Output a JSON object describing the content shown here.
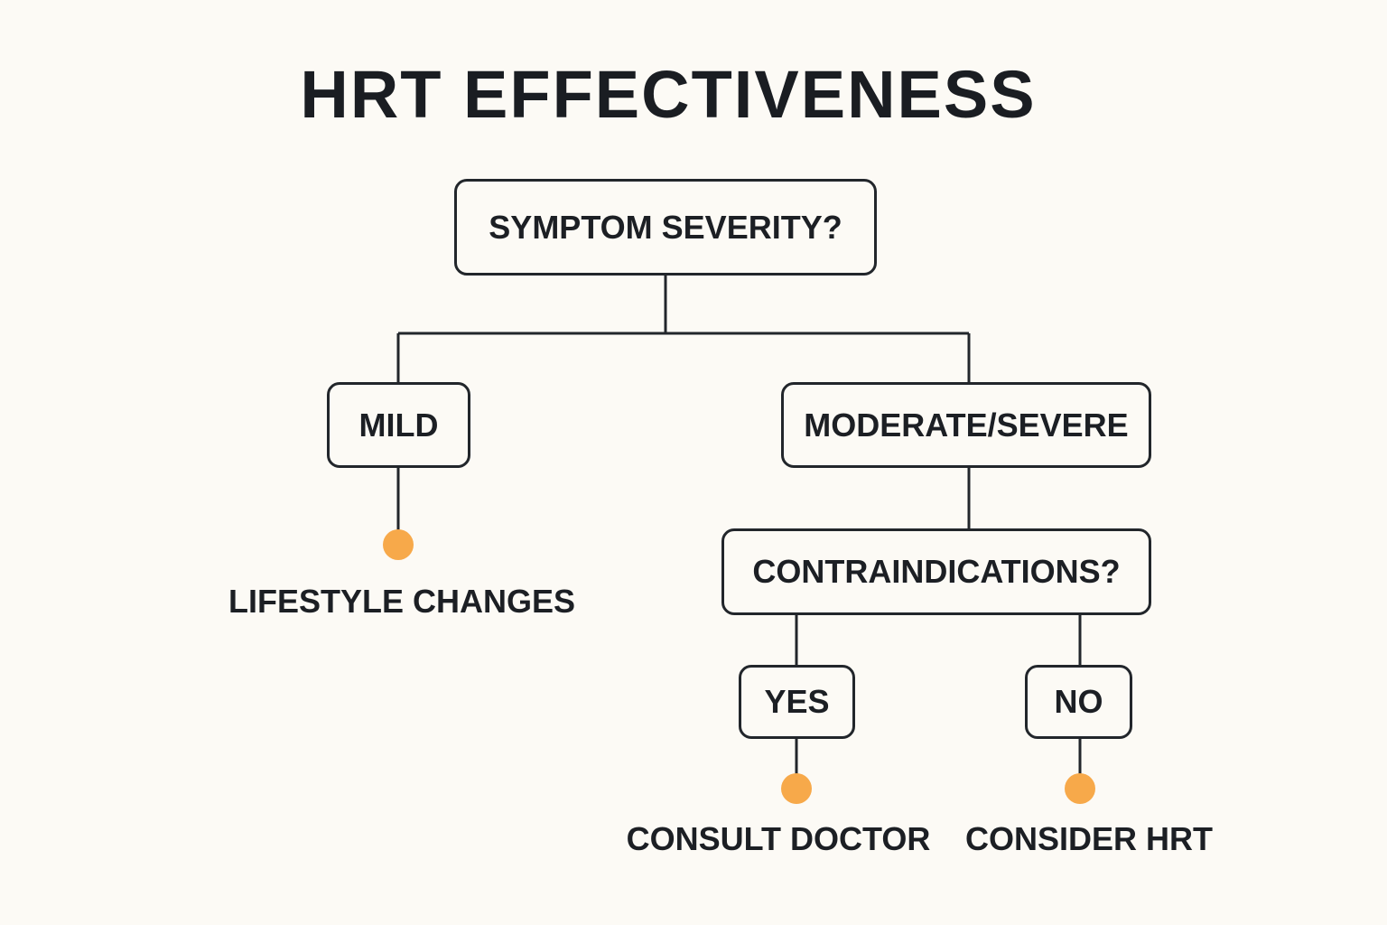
{
  "title": "HRT EFFECTIVENESS",
  "nodes": {
    "root": "SYMPTOM SEVERITY?",
    "mild": "MILD",
    "moderate_severe": "MODERATE/SEVERE",
    "contraindications": "CONTRAINDICATIONS?",
    "yes": "YES",
    "no": "NO"
  },
  "outcomes": {
    "mild": "LIFESTYLE CHANGES",
    "yes": "CONSULT DOCTOR",
    "no": "CONSIDER HRT"
  },
  "colors": {
    "background": "#fcfaf5",
    "stroke": "#22262b",
    "outcome_dot": "#f7a94a"
  }
}
